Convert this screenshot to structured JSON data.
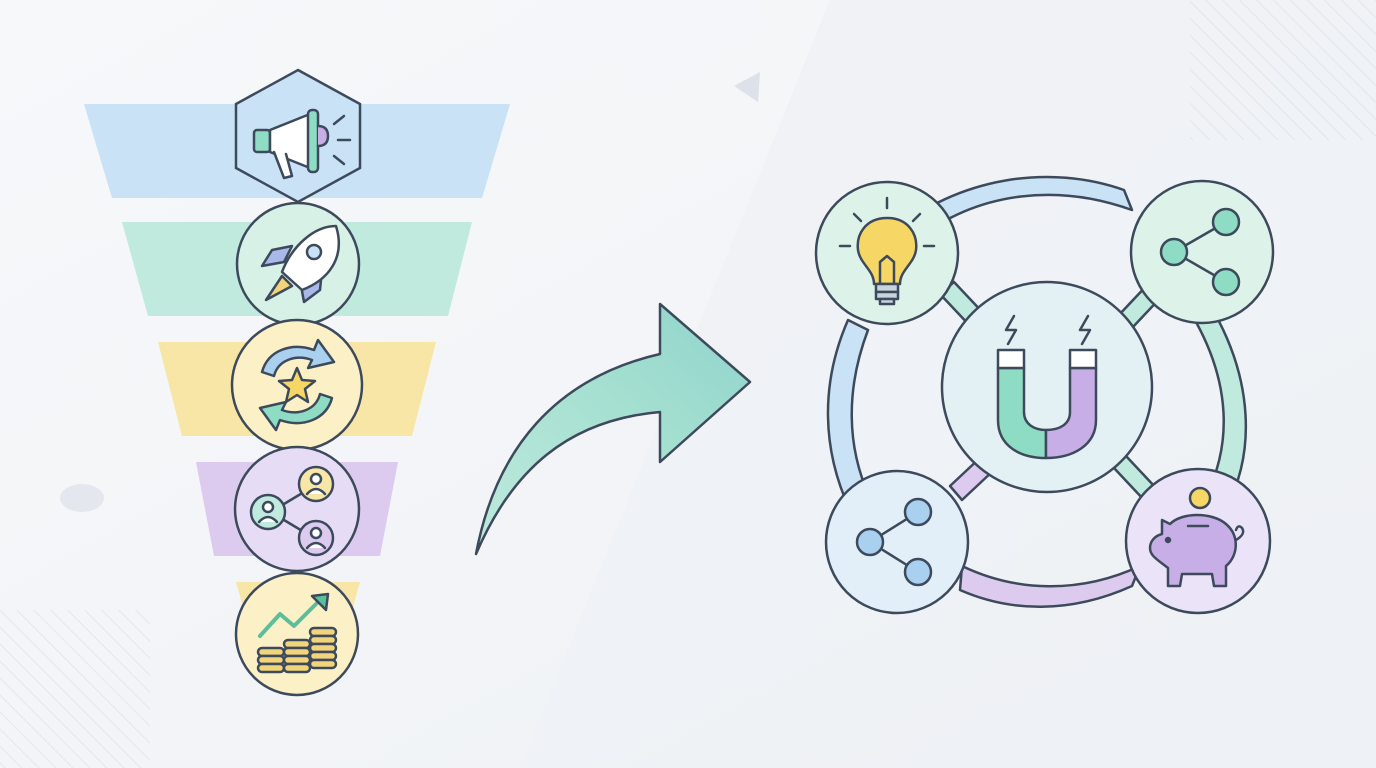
{
  "palette": {
    "outline": "#3d4a5c",
    "blue": "#c9e2f6",
    "green": "#bfeadd",
    "yellow": "#f8e6a6",
    "purple": "#dccbef",
    "blue_deep": "#a9d0ef",
    "green_deep": "#8fdcc4",
    "purple_deep": "#c7aee6",
    "yellow_deep": "#f2d57a",
    "bulb": "#f6d766",
    "background": "#f3f5f8"
  },
  "funnel": {
    "stages": [
      {
        "icon": "megaphone-icon",
        "band_color": "blue"
      },
      {
        "icon": "rocket-icon",
        "band_color": "green"
      },
      {
        "icon": "refresh-star-icon",
        "band_color": "yellow"
      },
      {
        "icon": "people-network-icon",
        "band_color": "purple"
      },
      {
        "icon": "coins-growth-icon",
        "band_color": "yellow"
      }
    ]
  },
  "arrow": {
    "icon": "curved-arrow-icon",
    "direction": "right"
  },
  "flywheel": {
    "hub": {
      "icon": "magnet-icon"
    },
    "nodes": [
      {
        "position": "top-left",
        "icon": "lightbulb-icon",
        "color": "green"
      },
      {
        "position": "top-right",
        "icon": "share-icon",
        "color": "green"
      },
      {
        "position": "bottom-left",
        "icon": "share-icon",
        "color": "blue"
      },
      {
        "position": "bottom-right",
        "icon": "piggy-bank-icon",
        "color": "purple"
      }
    ]
  }
}
